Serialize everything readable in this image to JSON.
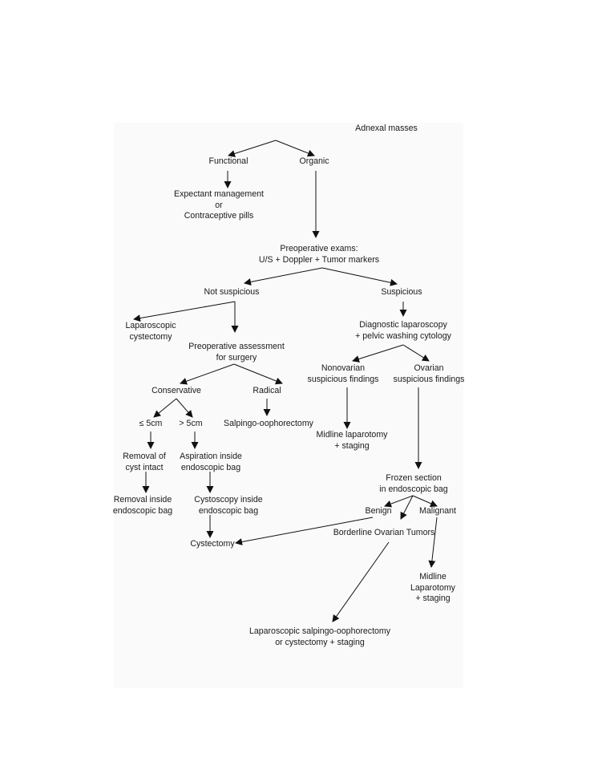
{
  "nodes": {
    "adnexal": "Adnexal masses",
    "functional": "Functional",
    "organic": "Organic",
    "expectant": "Expectant management\nor\nContraceptive pills",
    "preop_exams": "Preoperative exams:\nU/S + Doppler + Tumor markers",
    "not_suspicious": "Not suspicious",
    "suspicious": "Suspicious",
    "lap_cystectomy": "Laparoscopic\ncystectomy",
    "preop_assessment": "Preoperative assessment\nfor surgery",
    "diag_lap": "Diagnostic laparoscopy\n+ pelvic washing cytology",
    "nonovarian": "Nonovarian\nsuspicious findings",
    "ovarian": "Ovarian\nsuspicious findings",
    "conservative": "Conservative",
    "radical": "Radical",
    "le5": "≤ 5cm",
    "gt5": "> 5cm",
    "salpingo": "Salpingo-oophorectomy",
    "midline_lap_staging": "Midline laparotomy\n+ staging",
    "removal_intact": "Removal of\ncyst intact",
    "aspiration": "Aspiration inside\nendoscopic bag",
    "frozen": "Frozen section\nin endoscopic bag",
    "removal_bag": "Removal inside\nendoscopic bag",
    "cystoscopy": "Cystoscopy inside\nendoscopic bag",
    "benign": "Benign",
    "malignant": "Malignant",
    "borderline": "Borderline Ovarian Tumors",
    "cystectomy": "Cystectomy",
    "midline_laparotomy": "Midline\nLaparotomy\n+ staging",
    "lap_salpingo": "Laparoscopic salpingo-oophorectomy\nor cystectomy + staging"
  }
}
